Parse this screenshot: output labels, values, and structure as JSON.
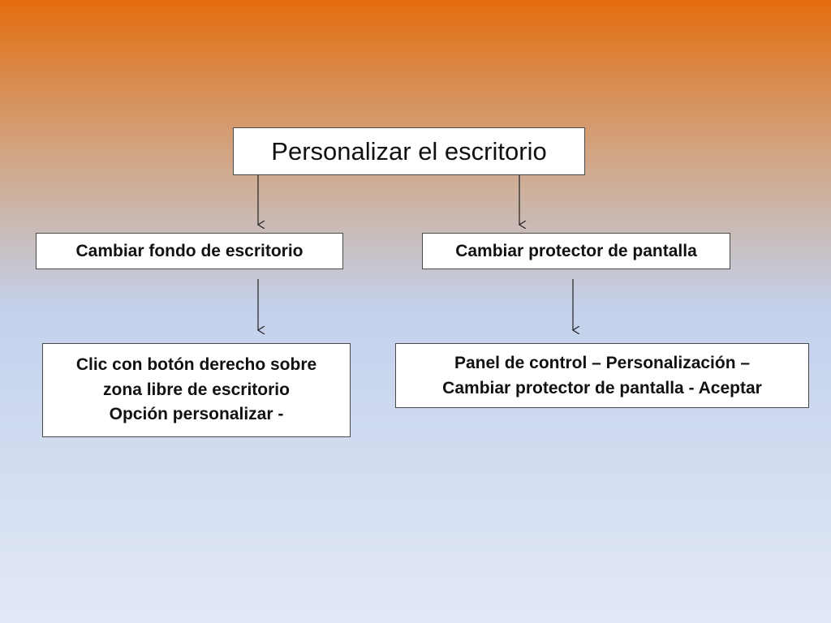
{
  "diagram": {
    "root": {
      "label": "Personalizar el escritorio"
    },
    "branches": [
      {
        "label": "Cambiar fondo de escritorio",
        "detail": [
          "Clic con botón derecho sobre",
          "zona libre de escritorio",
          "Opción personalizar -"
        ]
      },
      {
        "label": "Cambiar protector de pantalla",
        "detail": [
          "Panel de control – Personalización –",
          "Cambiar protector de pantalla - Aceptar"
        ]
      }
    ]
  },
  "colors": {
    "background_top": "#e46c0c",
    "background_bottom": "#e2e8f6",
    "box_fill": "#ffffff",
    "box_border": "#4a4a4a",
    "arrow": "#222222"
  }
}
